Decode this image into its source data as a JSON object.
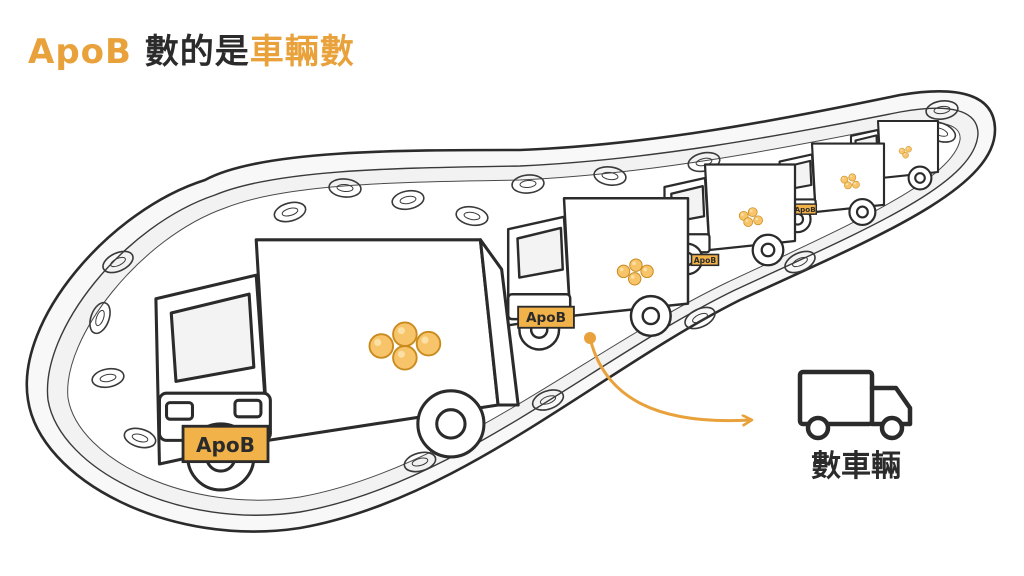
{
  "title": {
    "prefix": "ApoB",
    "middle": "數的是",
    "highlight": "車輛數"
  },
  "plate_text": "ApoB",
  "count_label": "數車輛",
  "truck_count": 6,
  "icons": {
    "cargo": "lipid-particle-cluster",
    "callout": "truck-icon"
  },
  "colors": {
    "accent": "#E9A23B",
    "ink": "#2b2b2b",
    "plate": "#F2B24A",
    "particle": "#F7C46A",
    "vessel_fill": "#f7f7f7"
  }
}
